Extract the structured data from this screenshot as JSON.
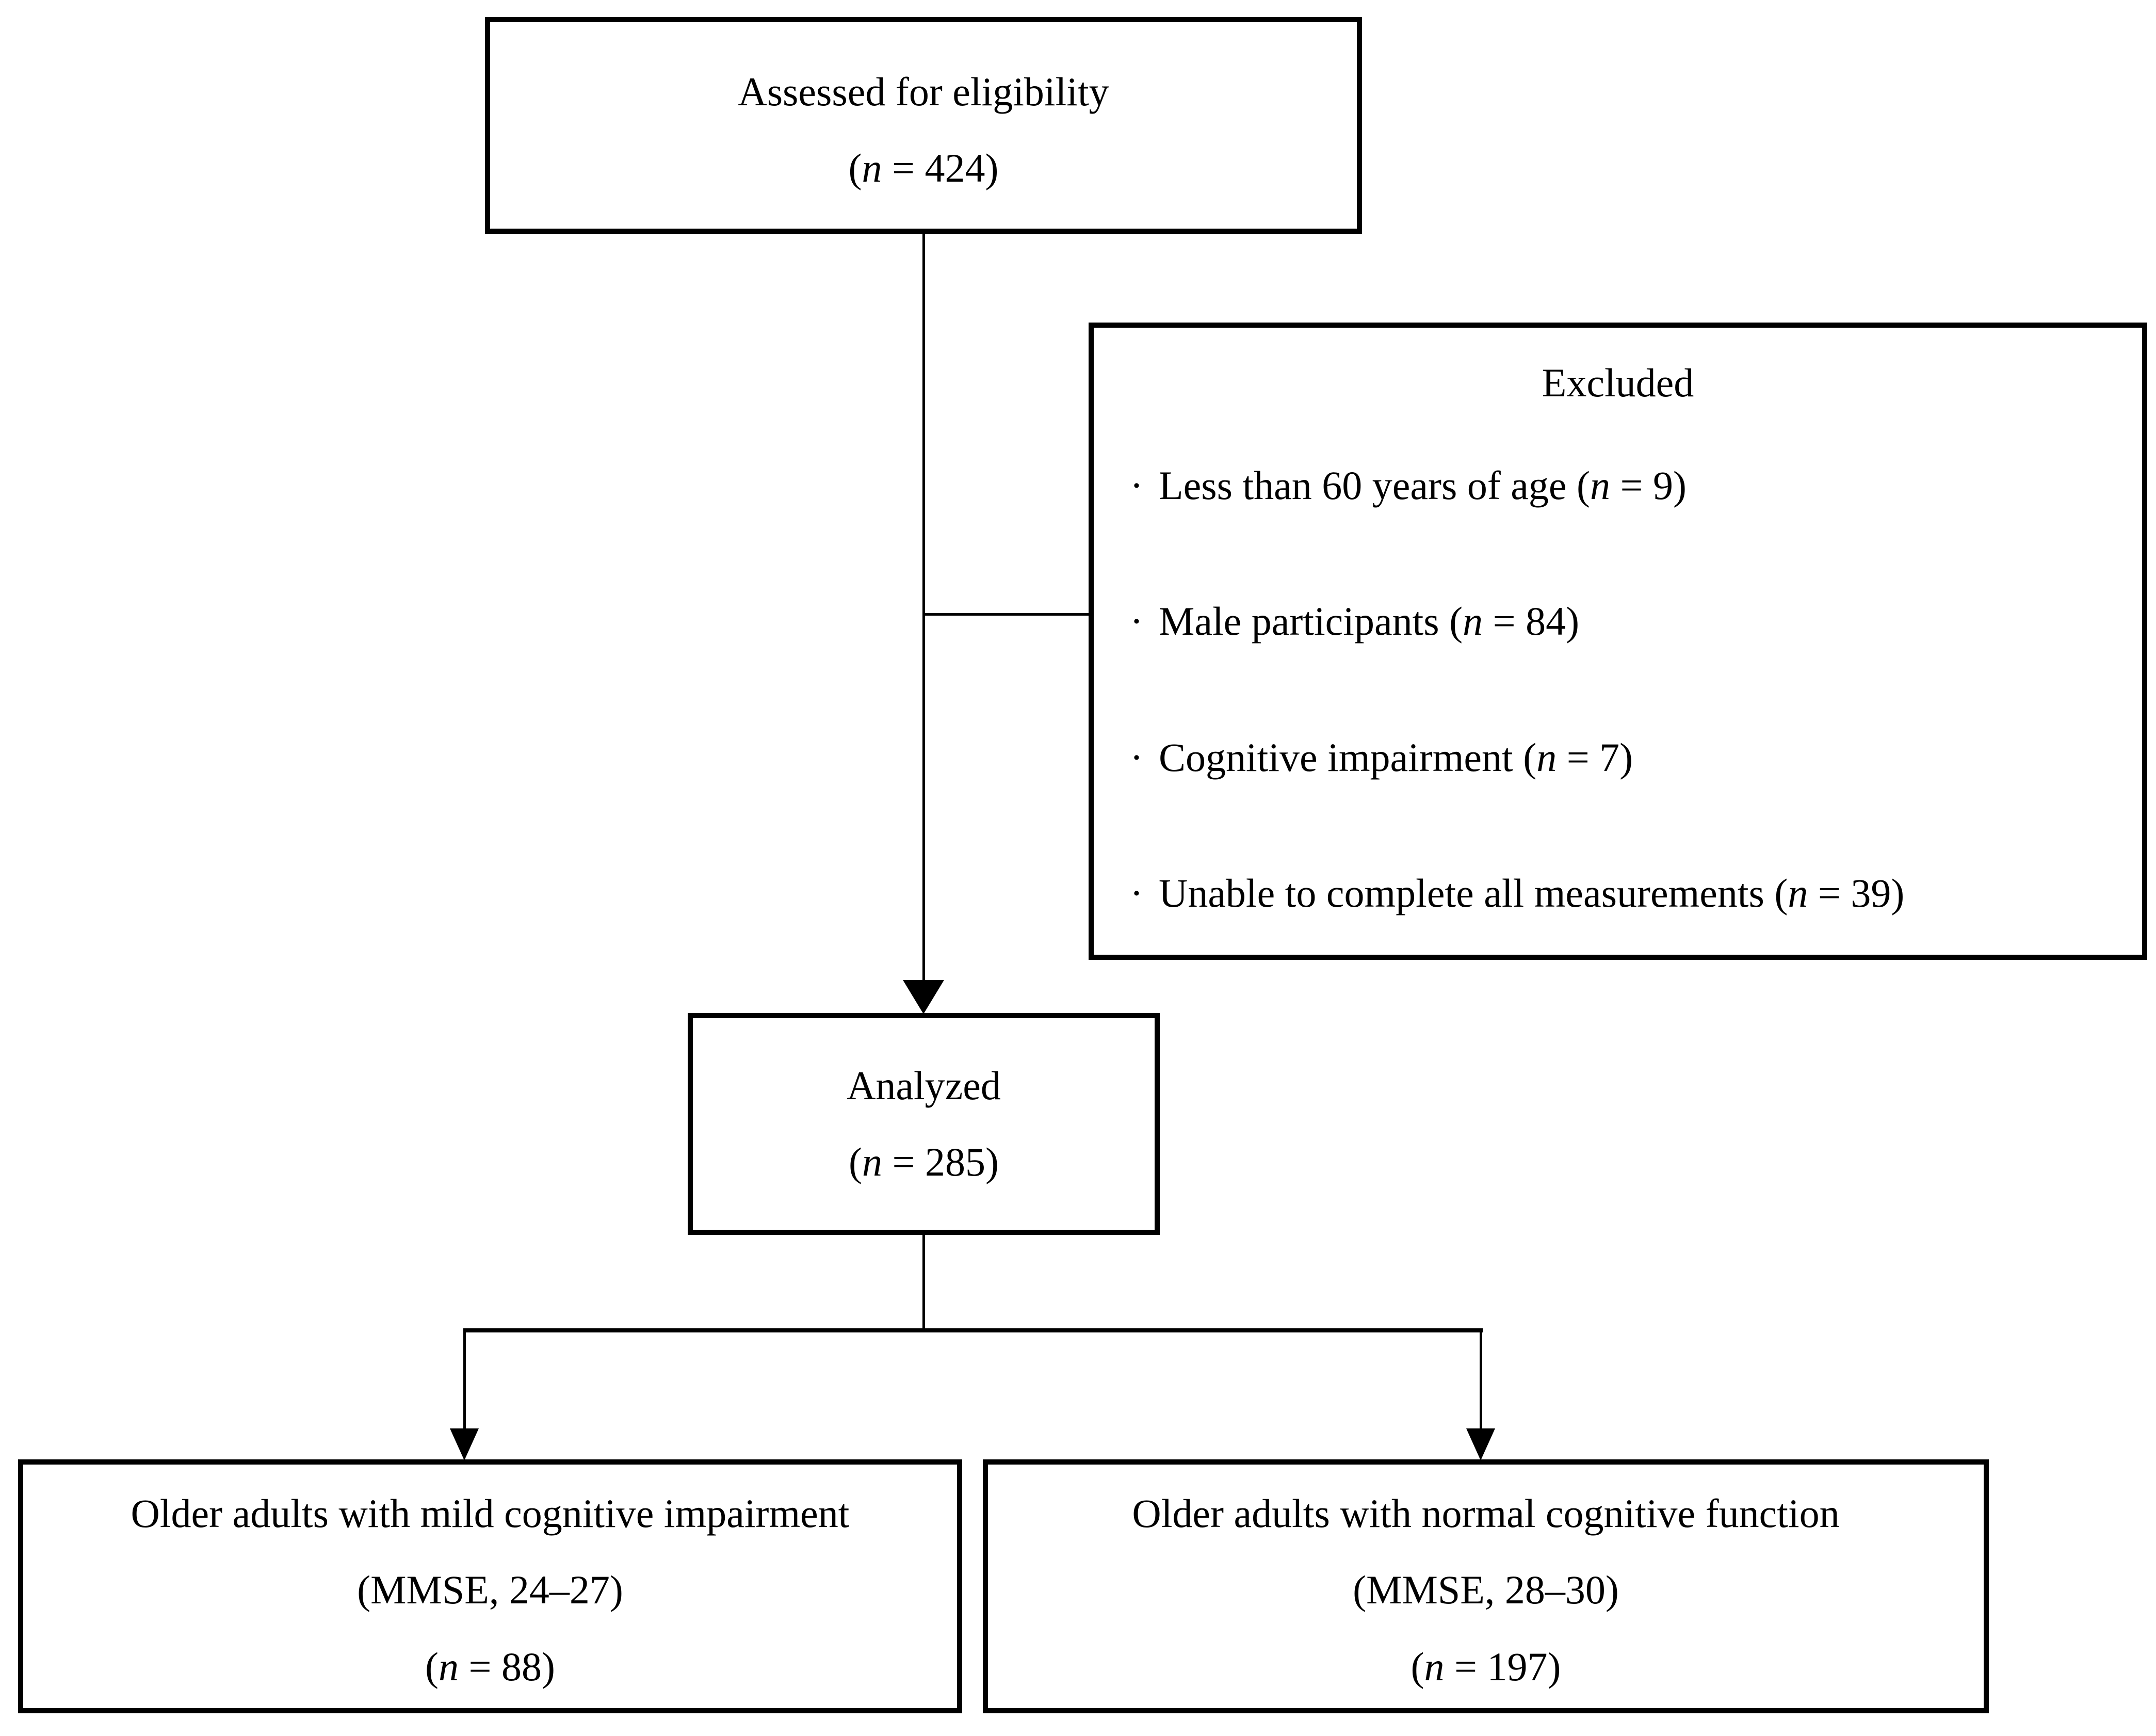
{
  "diagram": {
    "boxes": {
      "assessed": {
        "title": "Assessed for eligibility",
        "count": "(n = 424)"
      },
      "excluded": {
        "title": "Excluded",
        "bullet": "·",
        "items": [
          "Less than 60 years of age (n = 9)",
          "Male participants (n = 84)",
          "Cognitive impairment (n = 7)",
          "Unable to complete all measurements (n = 39)"
        ]
      },
      "analyzed": {
        "title": "Analyzed",
        "count": "(n = 285)"
      },
      "mci": {
        "title": "Older adults with mild cognitive impairment",
        "mmse": "(MMSE, 24–27)",
        "count": "(n = 88)"
      },
      "normal": {
        "title": "Older adults with normal cognitive function",
        "mmse": "(MMSE, 28–30)",
        "count": "(n = 197)"
      }
    },
    "colors": {
      "line": "#000000",
      "background": "#ffffff",
      "text": "#000000"
    }
  }
}
